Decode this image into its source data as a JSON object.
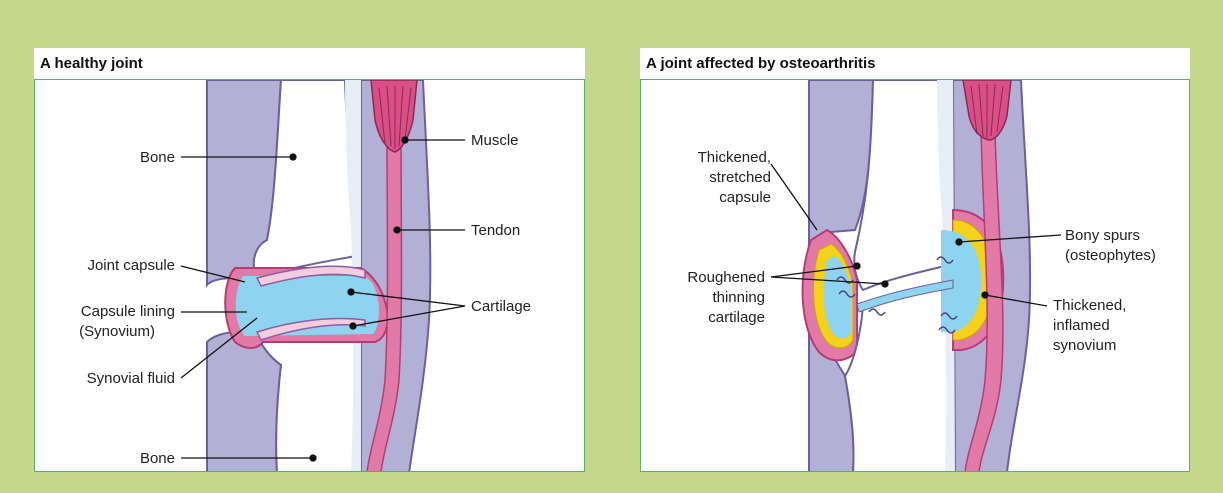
{
  "colors": {
    "background": "#c3d88a",
    "panel_border": "#5aae6a",
    "bone": "#b3b0d6",
    "bone_edge": "#6d5f9e",
    "cartilage": "#f4ccdf",
    "capsule": "#e27aa8",
    "fluid": "#8ed3ef",
    "muscle": "#d94f86",
    "inflamed": "#f4d21c"
  },
  "healthy": {
    "title": "A healthy joint",
    "labels": {
      "bone_top": "Bone",
      "joint_capsule": "Joint capsule",
      "capsule_lining_1": "Capsule lining",
      "capsule_lining_2": "(Synovium)",
      "synovial_fluid": "Synovial fluid",
      "bone_bottom": "Bone",
      "muscle": "Muscle",
      "tendon": "Tendon",
      "cartilage": "Cartilage"
    }
  },
  "osteo": {
    "title": "A joint affected by osteoarthritis",
    "labels": {
      "thickened_capsule_1": "Thickened,",
      "thickened_capsule_2": "stretched",
      "thickened_capsule_3": "capsule",
      "rough_cartilage_1": "Roughened",
      "rough_cartilage_2": "thinning",
      "rough_cartilage_3": "cartilage",
      "bony_spurs_1": "Bony spurs",
      "bony_spurs_2": "(osteophytes)",
      "synovium_1": "Thickened,",
      "synovium_2": "inflamed",
      "synovium_3": "synovium"
    }
  }
}
